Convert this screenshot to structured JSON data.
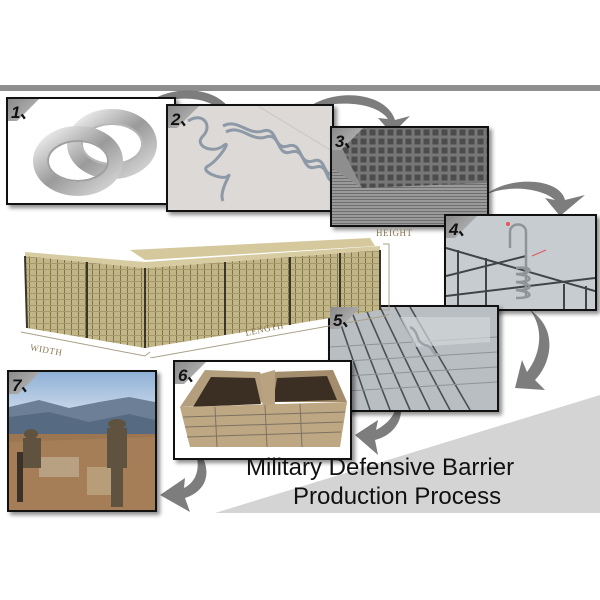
{
  "title": {
    "line1": "Military Defensive Barrier",
    "line2": "Production Process"
  },
  "steps": [
    {
      "number": "1、",
      "label": "wire coils"
    },
    {
      "number": "2、",
      "label": "spiral coil"
    },
    {
      "number": "3、",
      "label": "welded mesh panels"
    },
    {
      "number": "4、",
      "label": "spiral joint with pin"
    },
    {
      "number": "5、",
      "label": "joined mesh cage"
    },
    {
      "number": "6、",
      "label": "geotextile-lined unit"
    },
    {
      "number": "7、",
      "label": "deployed in field"
    }
  ],
  "dimensions": {
    "height": "HEIGHT",
    "length": "LENGTH",
    "width": "WIDTH"
  },
  "colors": {
    "bar": "#8e8e8e",
    "arrow": "#7d7d7d",
    "wedge": "#d4d4d4",
    "barrier": "#c9bd8c"
  }
}
